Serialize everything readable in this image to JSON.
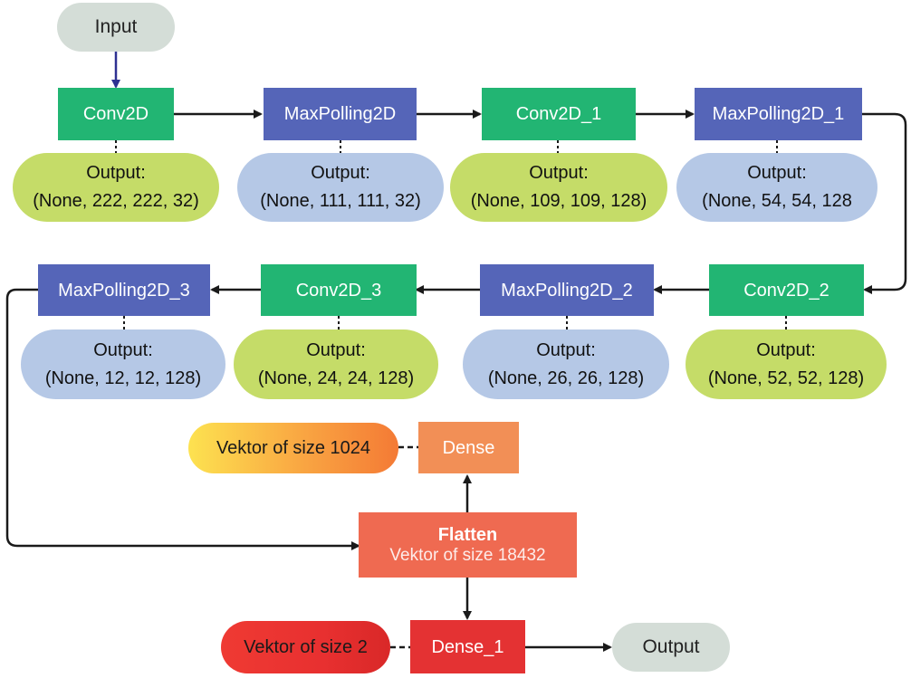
{
  "input": {
    "label": "Input"
  },
  "output": {
    "label": "Output"
  },
  "layers": [
    {
      "label": "Conv2D",
      "output_title": "Output:",
      "output_shape": "(None, 222, 222, 32)"
    },
    {
      "label": "MaxPolling2D",
      "output_title": "Output:",
      "output_shape": "(None, 111, 111, 32)"
    },
    {
      "label": "Conv2D_1",
      "output_title": "Output:",
      "output_shape": "(None, 109, 109, 128)"
    },
    {
      "label": "MaxPolling2D_1",
      "output_title": "Output:",
      "output_shape": "(None, 54, 54, 128"
    },
    {
      "label": "Conv2D_2",
      "output_title": "Output:",
      "output_shape": "(None, 52, 52, 128)"
    },
    {
      "label": "MaxPolling2D_2",
      "output_title": "Output:",
      "output_shape": "(None, 26, 26, 128)"
    },
    {
      "label": "Conv2D_3",
      "output_title": "Output:",
      "output_shape": "(None, 24, 24, 128)"
    },
    {
      "label": "MaxPolling2D_3",
      "output_title": "Output:",
      "output_shape": "(None, 12, 12, 128)"
    }
  ],
  "flatten": {
    "title": "Flatten",
    "subtitle": "Vektor of size 18432"
  },
  "dense": {
    "label": "Dense",
    "vector": "Vektor of size 1024"
  },
  "dense_1": {
    "label": "Dense_1",
    "vector": "Vektor of size 2"
  },
  "colors": {
    "conv": "#22b573",
    "pool": "#5565b8",
    "conv_output": "#c5dc68",
    "pool_output": "#b5c8e6",
    "terminal": "#d4ddd7",
    "flatten": "#ef6a51",
    "dense": "#f28f56",
    "dense_1": "#e43233",
    "input_arrow": "#2e3192",
    "arrow": "#1a1a1a"
  }
}
